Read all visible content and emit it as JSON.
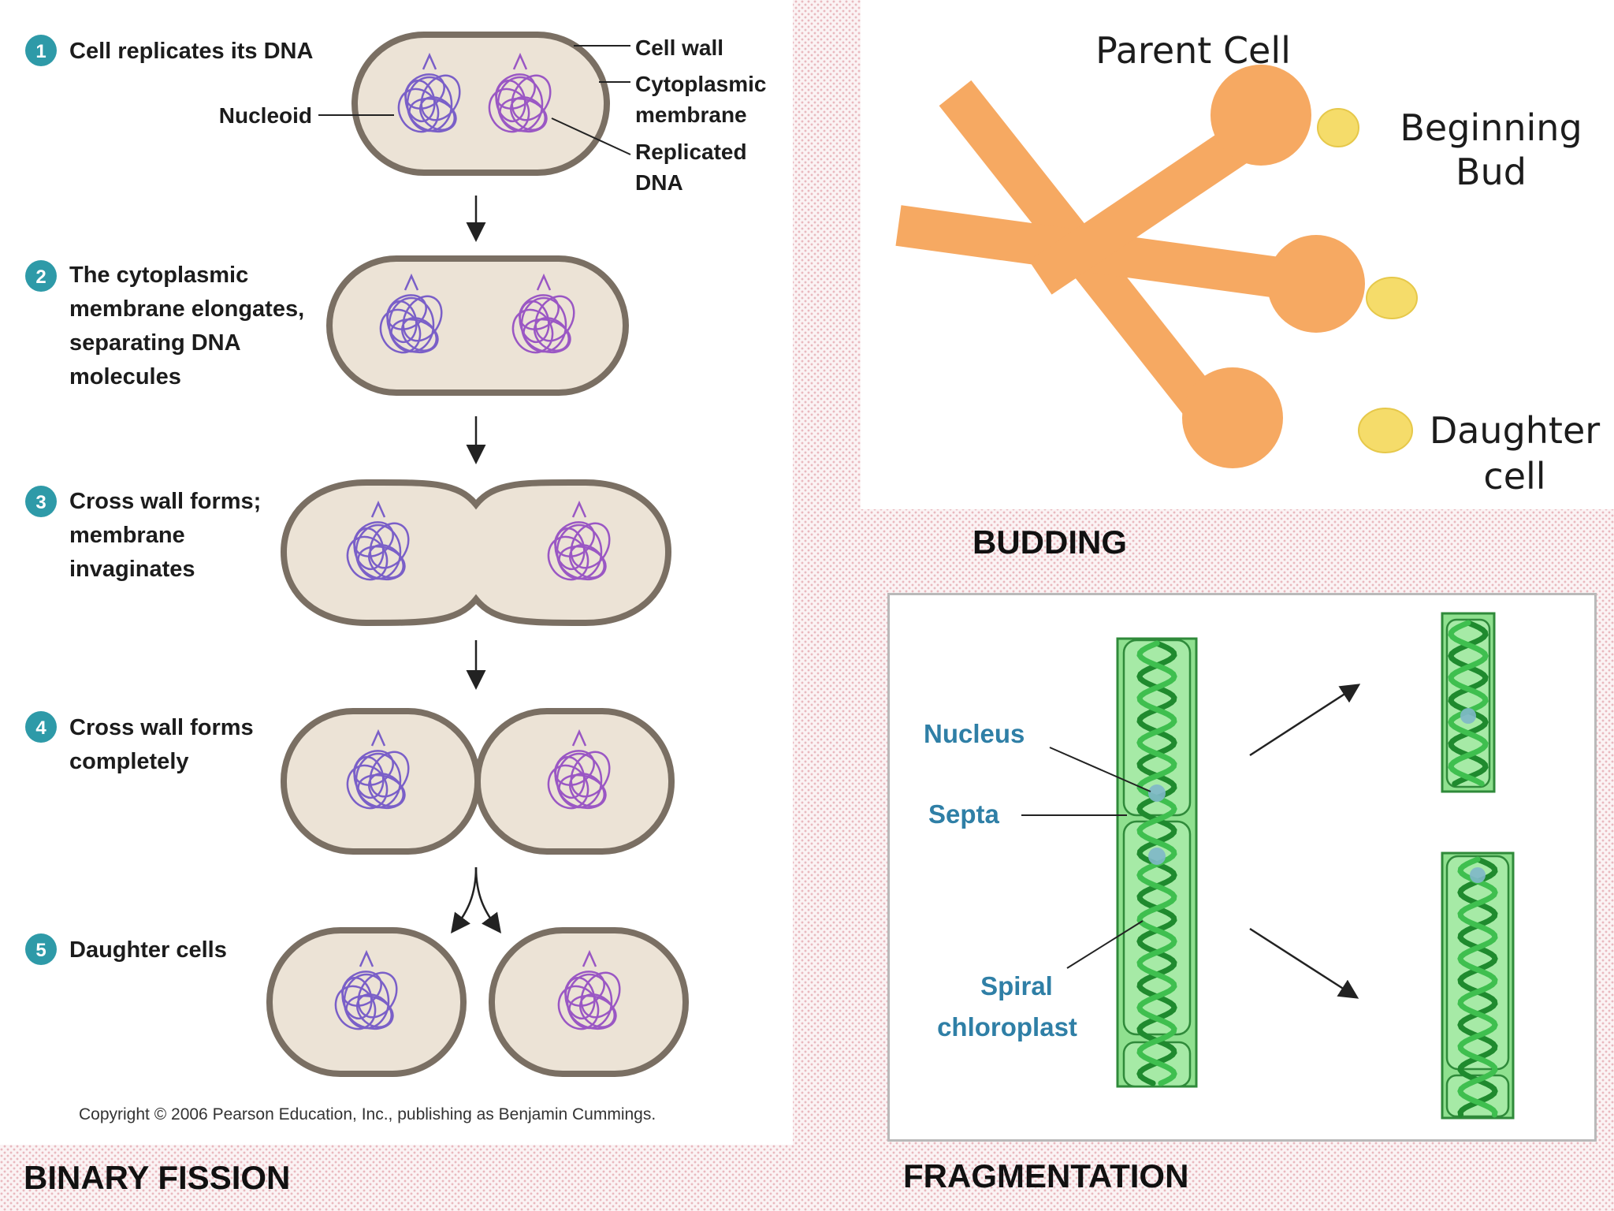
{
  "binary_fission": {
    "caption": "BINARY FISSION",
    "steps": [
      {
        "num": "1",
        "lines": [
          "Cell replicates its DNA"
        ]
      },
      {
        "num": "2",
        "lines": [
          "The cytoplasmic",
          "membrane elongates,",
          "separating DNA",
          "molecules"
        ]
      },
      {
        "num": "3",
        "lines": [
          "Cross wall forms;",
          "membrane",
          "invaginates"
        ]
      },
      {
        "num": "4",
        "lines": [
          "Cross wall forms",
          "completely"
        ]
      },
      {
        "num": "5",
        "lines": [
          "Daughter cells"
        ]
      }
    ],
    "labels": {
      "nucleoid": "Nucleoid",
      "cell_wall": "Cell wall",
      "cytoplasmic_membrane": [
        "Cytoplasmic",
        "membrane"
      ],
      "replicated_dna": [
        "Replicated",
        "DNA"
      ]
    },
    "copyright": "Copyright © 2006 Pearson Education, Inc., publishing as Benjamin Cummings."
  },
  "budding": {
    "caption": "BUDDING",
    "labels": {
      "parent_cell": "Parent Cell",
      "beginning_bud": [
        "Beginning",
        "Bud"
      ],
      "daughter_cell": [
        "Daughter",
        "cell"
      ]
    }
  },
  "fragmentation": {
    "caption": "FRAGMENTATION",
    "labels": {
      "nucleus": "Nucleus",
      "septa": "Septa",
      "spiral_chloroplast": [
        "Spiral",
        "chloroplast"
      ]
    }
  },
  "colors": {
    "step_badge": "#2e9aa8",
    "cell_fill": "#ece3d6",
    "cell_wall": "#7a6f63",
    "dna_purple": "#7a5fc8",
    "dna_magenta": "#9a57c4",
    "budding_orange": "#f6a962",
    "bud_yellow": "#f5dc6a",
    "filament_green": "#8fe08f",
    "chloroplast_green": "#2a9a3a",
    "label_blue": "#2f7fa6"
  }
}
